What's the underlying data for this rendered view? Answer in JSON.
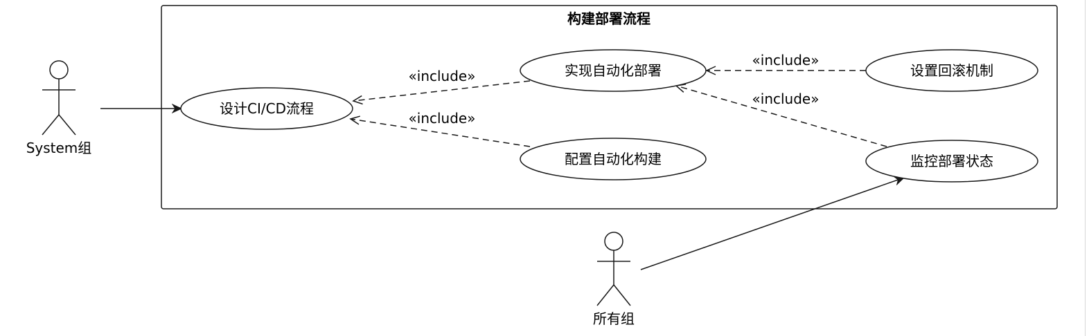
{
  "boundary": {
    "title": "构建部署流程"
  },
  "actors": [
    {
      "id": "system",
      "label": "System组"
    },
    {
      "id": "all",
      "label": "所有组"
    }
  ],
  "usecases": [
    {
      "id": "design",
      "label": "设计CI/CD流程"
    },
    {
      "id": "deploy",
      "label": "实现自动化部署"
    },
    {
      "id": "build",
      "label": "配置自动化构建"
    },
    {
      "id": "rollback",
      "label": "设置回滚机制"
    },
    {
      "id": "monitor",
      "label": "监控部署状态"
    }
  ],
  "relations": [
    {
      "from": "system",
      "to": "design",
      "type": "association",
      "label": ""
    },
    {
      "from": "all",
      "to": "monitor",
      "type": "association",
      "label": ""
    },
    {
      "from": "deploy",
      "to": "design",
      "type": "include",
      "label": "«include»"
    },
    {
      "from": "build",
      "to": "design",
      "type": "include",
      "label": "«include»"
    },
    {
      "from": "rollback",
      "to": "deploy",
      "type": "include",
      "label": "«include»"
    },
    {
      "from": "monitor",
      "to": "deploy",
      "type": "include",
      "label": "«include»"
    }
  ]
}
